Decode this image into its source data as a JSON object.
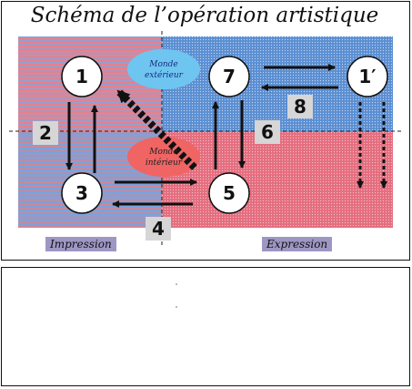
{
  "title": "Schéma de l’opération artistique",
  "nodes": {
    "n1": "1",
    "n3": "3",
    "n5": "5",
    "n7": "7",
    "n1p": "1′"
  },
  "step_labels": {
    "s2": "2",
    "s4": "4",
    "s6": "6",
    "s8": "8"
  },
  "ellipses": {
    "monde_exterieur": {
      "line1": "Monde",
      "line2": "extérieur",
      "color": "#6ec6f0"
    },
    "monde_interieur": {
      "line1": "Monde",
      "line2": "intérieur",
      "color": "#f06464"
    }
  },
  "bottom_labels": {
    "impression": "Impression",
    "expression": "Expression"
  },
  "colors": {
    "top_band": "#5a8fd1",
    "bottom_band": "#e56c7c",
    "label_box": "#9e97c4"
  }
}
